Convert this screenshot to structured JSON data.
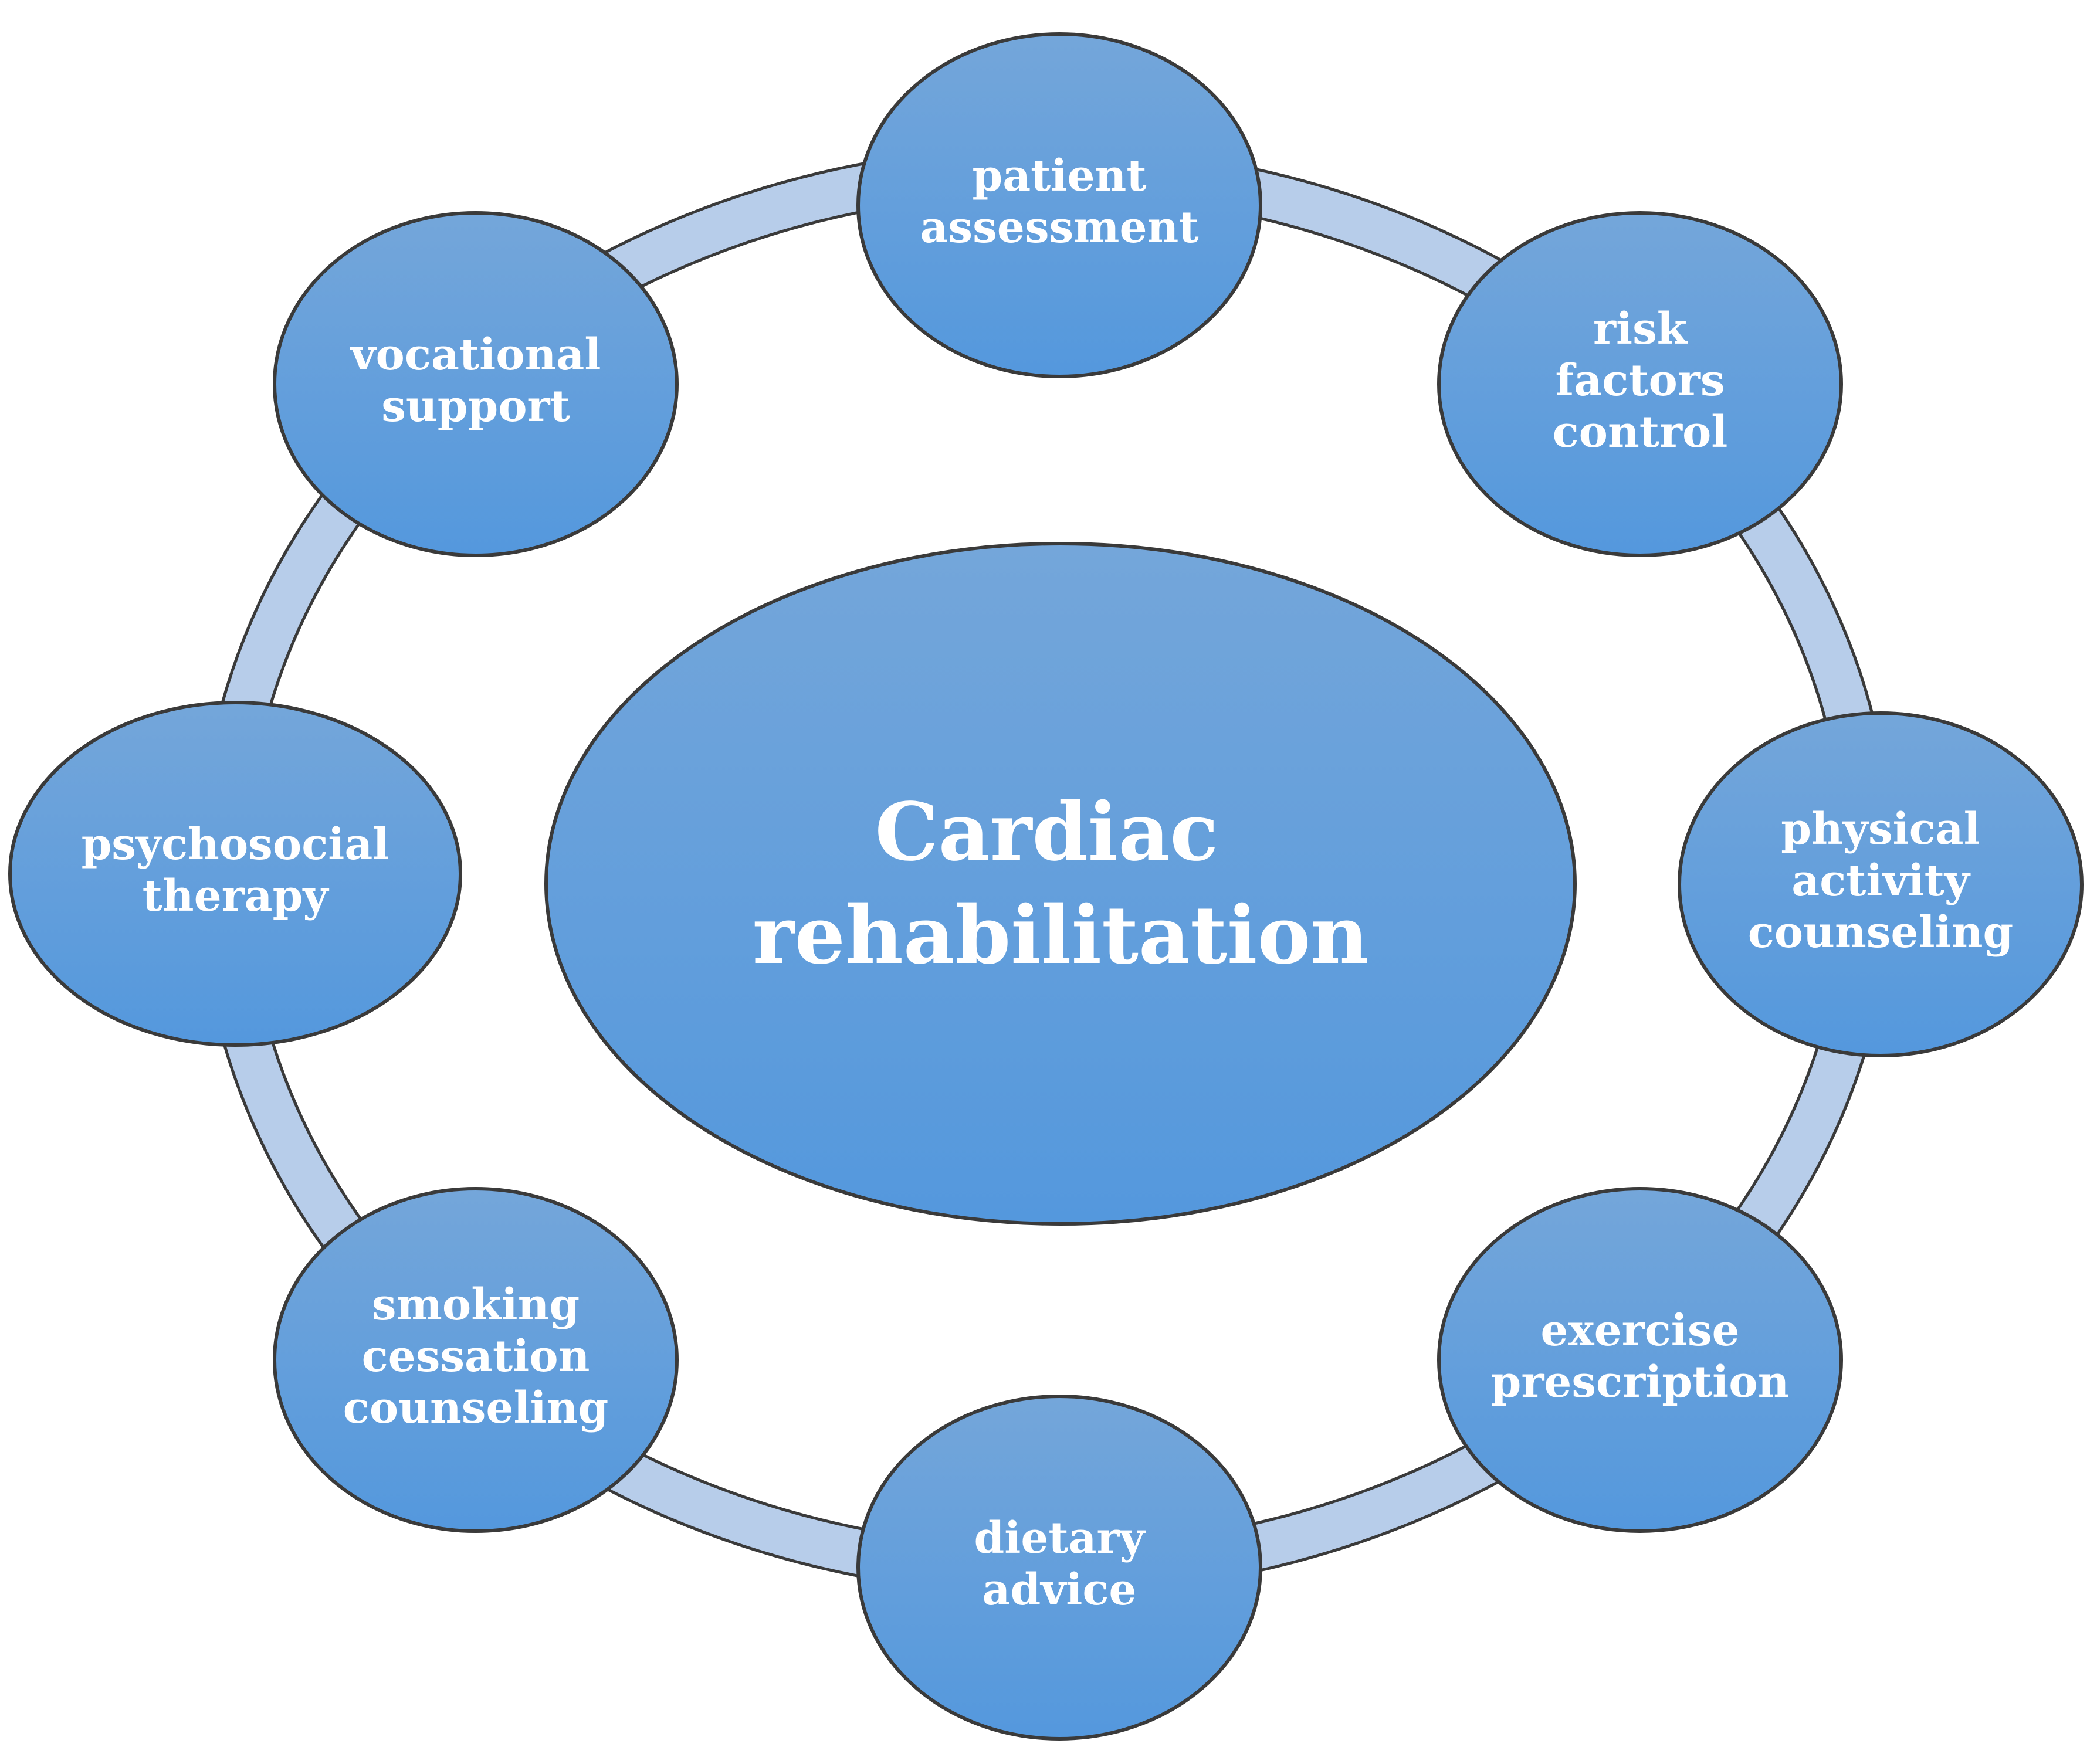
{
  "center": {
    "lines": [
      "Cardiac",
      "rehabilitation"
    ]
  },
  "nodes": [
    {
      "id": "patient-assessment",
      "lines": [
        "patient",
        "assessment"
      ]
    },
    {
      "id": "risk-factors-control",
      "lines": [
        "risk",
        "factors",
        "control"
      ]
    },
    {
      "id": "physical-activity-counseling",
      "lines": [
        "physical",
        "activity",
        "counseling"
      ]
    },
    {
      "id": "exercise-prescription",
      "lines": [
        "exercise",
        "prescription"
      ]
    },
    {
      "id": "dietary-advice",
      "lines": [
        "dietary",
        "advice"
      ]
    },
    {
      "id": "smoking-cessation-counseling",
      "lines": [
        "smoking",
        "cessation",
        "counseling"
      ]
    },
    {
      "id": "psychosocial-therapy",
      "lines": [
        "psychosocial",
        "therapy"
      ]
    },
    {
      "id": "vocational-support",
      "lines": [
        "vocational",
        "support"
      ]
    }
  ],
  "colors": {
    "node_fill_top": "#74a6da",
    "node_fill_bottom": "#5498dd",
    "node_outline": "#3a3a3a",
    "ring_fill": "#b7cdea",
    "ring_outline": "#3a3a3a",
    "text": "#ffffff"
  }
}
